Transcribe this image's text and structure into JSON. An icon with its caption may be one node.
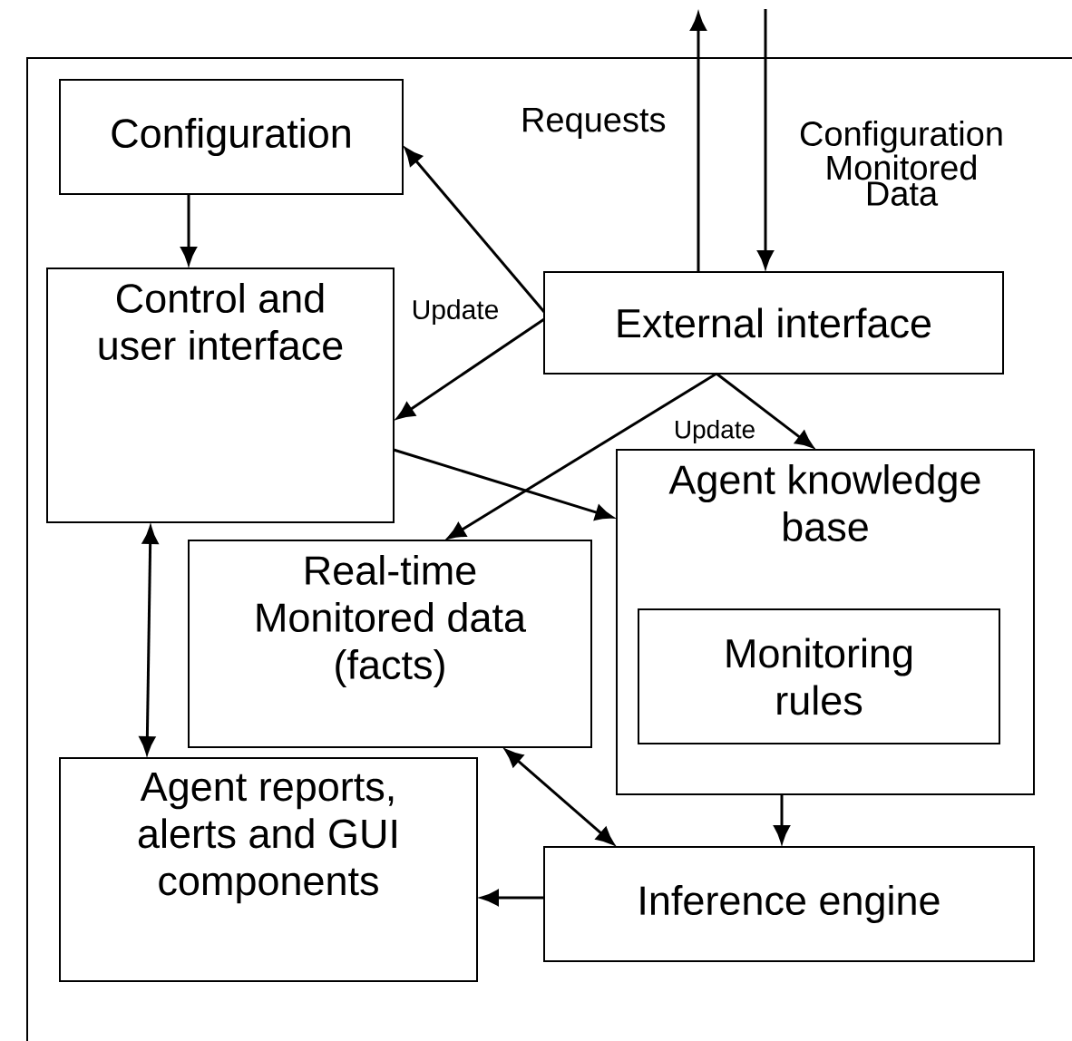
{
  "diagram": {
    "nodes": [
      {
        "text": [
          "Configuration"
        ]
      },
      {
        "text": [
          "Control and user interface"
        ]
      },
      {
        "text": [
          "External interface"
        ]
      },
      {
        "text": [
          "Agent knowledge base"
        ]
      },
      {
        "text": [
          "Monitoring rules"
        ],
        "in": 3
      },
      {
        "text": [
          "Real-time Monitored data (facts)"
        ]
      },
      {
        "text": [
          "Agent reports, alerts and GUI components"
        ]
      },
      {
        "text": [
          "Inference engine"
        ]
      }
    ],
    "edges": [
      {
        "from": 0,
        "to": 1,
        "arrow": "to"
      },
      {
        "from": 2,
        "to": 0,
        "arrow": "to",
        "label": "Update"
      },
      {
        "from": 2,
        "to": 1,
        "arrow": "to"
      },
      {
        "from": 2,
        "to": 3,
        "arrow": "to",
        "label": "Update"
      },
      {
        "from": 2,
        "to": 5,
        "arrow": "to"
      },
      {
        "from": 1,
        "to": 3,
        "arrow": "to"
      },
      {
        "from": 1,
        "to": 6,
        "arrow": "both"
      },
      {
        "from": 5,
        "to": 7,
        "arrow": "both"
      },
      {
        "from": 3,
        "to": 7,
        "arrow": "to"
      },
      {
        "from": 7,
        "to": 6,
        "arrow": "to"
      },
      {
        "from": 2,
        "to": null,
        "arrow": "to",
        "label": "Requests"
      },
      {
        "from": null,
        "to": 2,
        "arrow": "to",
        "label": "Configuration Monitored Data"
      }
    ]
  }
}
